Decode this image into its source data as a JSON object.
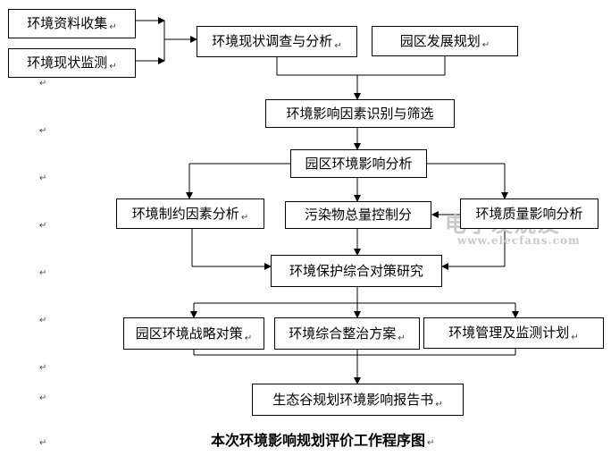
{
  "nodes": {
    "env_data": "环境资料收集",
    "env_monitor": "环境现状监测",
    "status_analysis": "环境现状调查与分析",
    "park_plan": "园区发展规划",
    "identify": "环境影响因素识别与筛选",
    "impact_analysis": "园区环境影响分析",
    "constraint": "环境制约因素分析",
    "pollution": "污染物总量控制分",
    "quality": "环境质量影响分析",
    "measures": "环境保护综合对策研究",
    "strategy": "园区环境战略对策",
    "remediation": "环境综合整治方案",
    "management": "环境管理及监测计划",
    "report": "生态谷规划环境影响报告书"
  },
  "caption": "本次环境影响规划评价工作程序图",
  "return_mark": "↵",
  "watermark": {
    "title": "电子发烧友",
    "url": "www.elecfans.com"
  }
}
